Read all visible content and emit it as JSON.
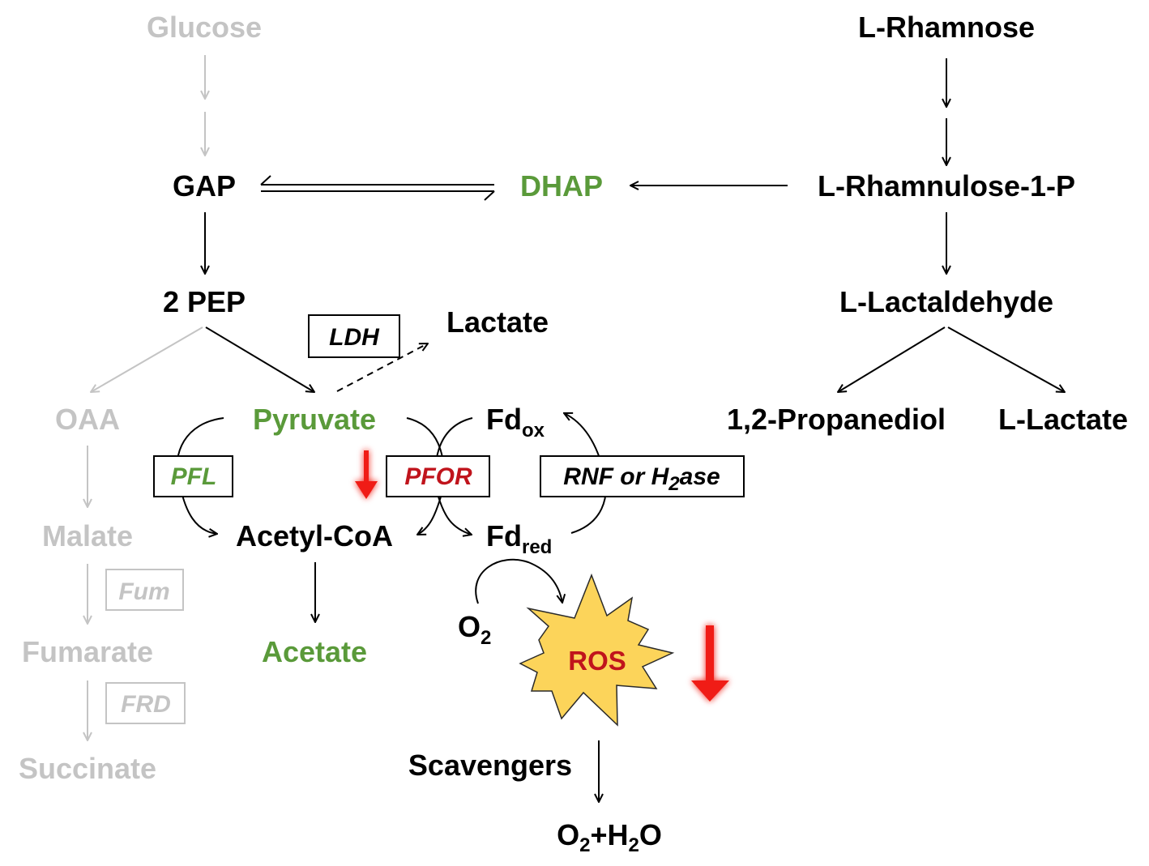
{
  "colors": {
    "black": "#000000",
    "gray": "#c4c4c4",
    "green": "#5a9a3a",
    "red": "#c0141c",
    "arrow_red": "#f01d12",
    "star_fill": "#fcd45a",
    "star_stroke": "#2a2a2a"
  },
  "metabolites": {
    "glucose": "Glucose",
    "gap": "GAP",
    "dhap": "DHAP",
    "pep": "2 PEP",
    "lactate": "Lactate",
    "oaa": "OAA",
    "pyruvate": "Pyruvate",
    "malate": "Malate",
    "acetyl_coa": "Acetyl-CoA",
    "acetate": "Acetate",
    "fumarate": "Fumarate",
    "succinate": "Succinate",
    "l_rhamnose": "L-Rhamnose",
    "l_rhamnulose_1_p": "L-Rhamnulose-1-P",
    "l_lactaldehyde": "L-Lactaldehyde",
    "propanediol": "1,2-Propanediol",
    "l_lactate": "L-Lactate",
    "fd_ox": {
      "main": "Fd",
      "sub": "ox"
    },
    "fd_red": {
      "main": "Fd",
      "sub": "red"
    },
    "o2": {
      "main": "O",
      "sub": "2"
    },
    "ros": "ROS",
    "scavengers": "Scavengers",
    "o2_h2o": {
      "p1": "O",
      "s1": "2",
      "p2": "+H",
      "s2": "2",
      "p3": "O"
    }
  },
  "enzymes": {
    "ldh": "LDH",
    "pfl": "PFL",
    "pfor": "PFOR",
    "rnf": {
      "pre": "RNF or H",
      "sub": "2",
      "post": "ase"
    },
    "fum": "Fum",
    "frd": "FRD"
  }
}
